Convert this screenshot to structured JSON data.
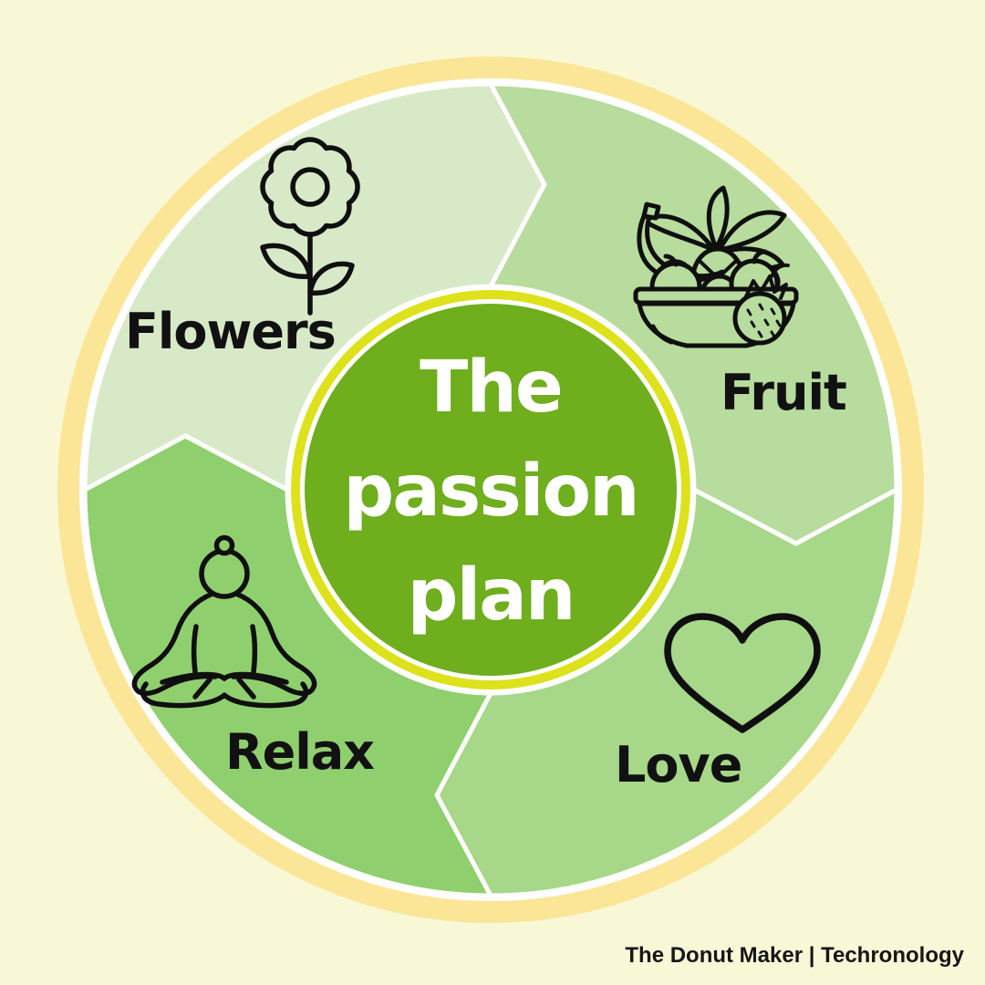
{
  "page": {
    "background": "#f9f8d6"
  },
  "wheel": {
    "outer_ring_color": "#fbe697",
    "separator_color": "#ffffff",
    "center": {
      "ring_color": "#dde21c",
      "inner_gap_color": "#ffffff",
      "disk_color": "#6fae1c",
      "text_color": "#ffffff",
      "line1": "The",
      "line2": "passion",
      "line3": "plan"
    },
    "segments": [
      {
        "label": "Flowers",
        "color": "#d8e9c7",
        "icon": "flower-icon"
      },
      {
        "label": "Fruit",
        "color": "#b7dc9d",
        "icon": "fruit-bowl-icon"
      },
      {
        "label": "Love",
        "color": "#a7d788",
        "icon": "heart-icon"
      },
      {
        "label": "Relax",
        "color": "#90cf6e",
        "icon": "meditation-icon"
      }
    ],
    "icon_ink_color": "#0f0f0f",
    "flow_direction": "clockwise"
  },
  "footer": {
    "credit": "The Donut Maker | Techronology"
  }
}
